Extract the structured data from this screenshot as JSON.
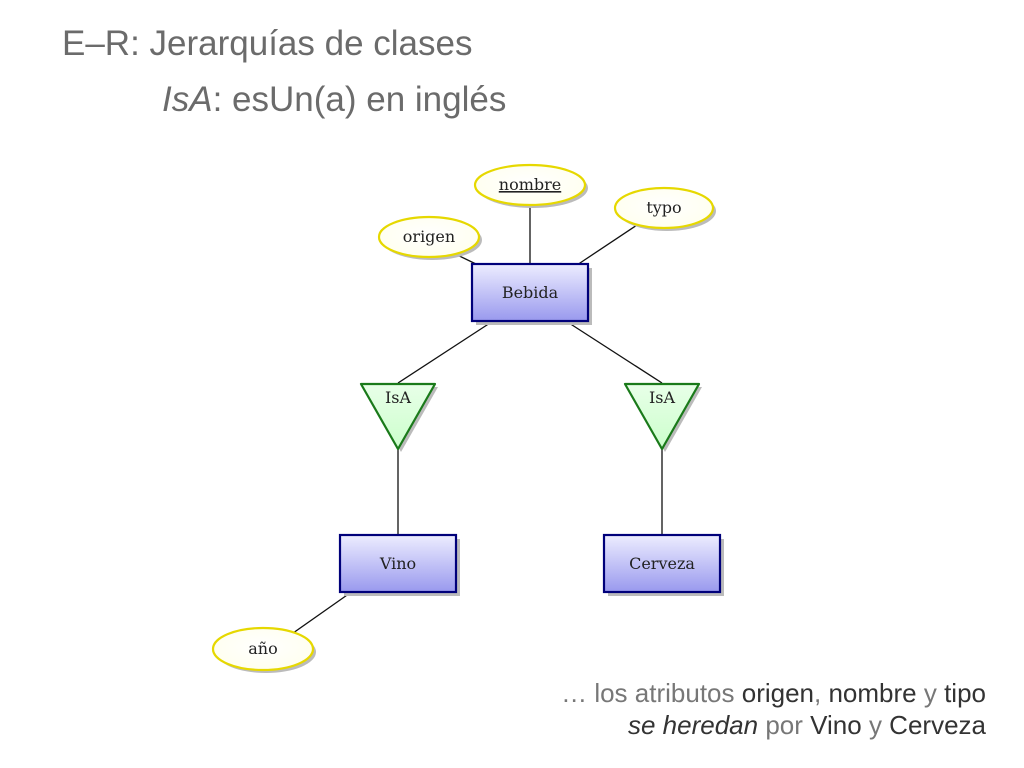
{
  "slide": {
    "title": {
      "line1": "E–R: Jerarquías de clases",
      "line2_italic": "IsA",
      "line2_rest": ": esUn(a) en inglés"
    }
  },
  "diagram": {
    "entities": {
      "bebida": "Bebida",
      "vino": "Vino",
      "cerveza": "Cerveza"
    },
    "attributes": {
      "nombre": {
        "label": "nombre",
        "key": true
      },
      "origen": {
        "label": "origen",
        "key": false
      },
      "typo": {
        "label": "typo",
        "key": false
      },
      "anio": {
        "label": "año",
        "key": false
      }
    },
    "isa": {
      "left": "IsA",
      "right": "IsA"
    },
    "colors": {
      "entity_fill_top": "#ededff",
      "entity_fill_bottom": "#9999ee",
      "entity_stroke": "#00007a",
      "attribute_fill": "#ffffee",
      "attribute_stroke": "#e6d800",
      "isa_fill": "#ccffcc",
      "isa_stroke": "#1a7a1a"
    }
  },
  "caption": {
    "line1": {
      "prefix": "… los atributos ",
      "a1": "origen",
      "sep1": ", ",
      "a2": "nombre",
      "sep2": " y ",
      "a3": "tipo"
    },
    "line2": {
      "emph": "se heredan",
      "mid": " por ",
      "e1": "Vino",
      "sep": " y ",
      "e2": "Cerveza"
    }
  }
}
